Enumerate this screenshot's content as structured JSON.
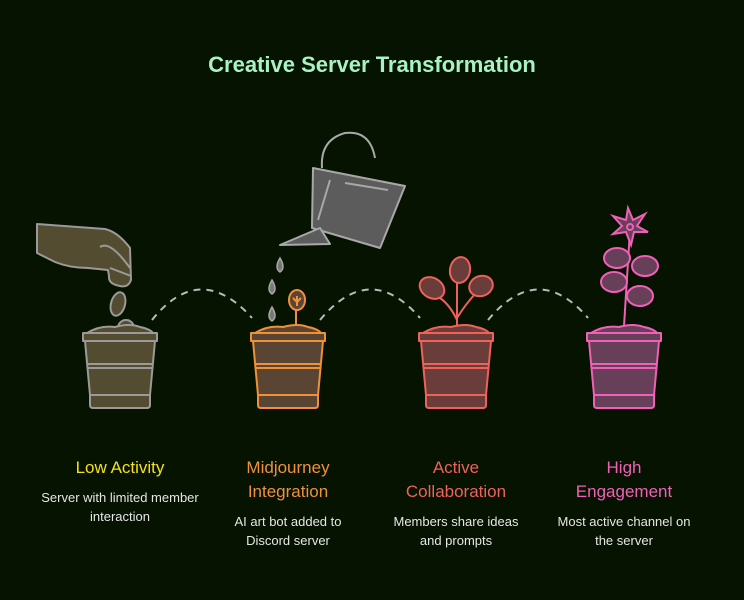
{
  "title": "Creative Server Transformation",
  "stages": [
    {
      "title": "Low Activity",
      "description": "Server with limited member interaction",
      "color": "#f5e01a"
    },
    {
      "title": "Midjourney Integration",
      "description": "AI art bot added to Discord server",
      "color": "#f0913a"
    },
    {
      "title": "Active Collaboration",
      "description": "Members share ideas and prompts",
      "color": "#f0615a"
    },
    {
      "title": "High Engagement",
      "description": "Most active channel on the server",
      "color": "#f060b8"
    }
  ]
}
